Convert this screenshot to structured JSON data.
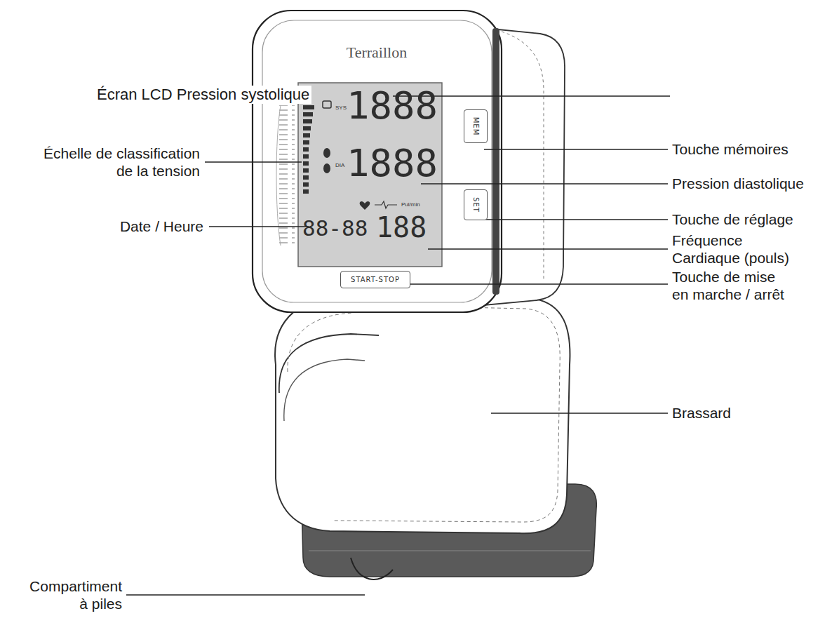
{
  "diagram": {
    "nodes": [
      {
        "text": [
          "MEM"
        ]
      },
      {
        "text": [
          "SET"
        ]
      },
      {
        "text": [
          "START-STOP"
        ]
      }
    ],
    "labels": [
      "Écran LCD Pression systolique",
      "Échelle de classification de la tension",
      "Date / Heure",
      "Touche mémoires",
      "Pression diastolique",
      "Touche de réglage",
      "Fréquence Cardiaque (pouls)",
      "Touche de mise en marche / arrêt",
      "Brassard",
      "Compartiment à piles",
      "Terraillon",
      "1888",
      "1888",
      "88-88",
      "188",
      "SYS",
      "DIA",
      "Pul/min"
    ]
  }
}
